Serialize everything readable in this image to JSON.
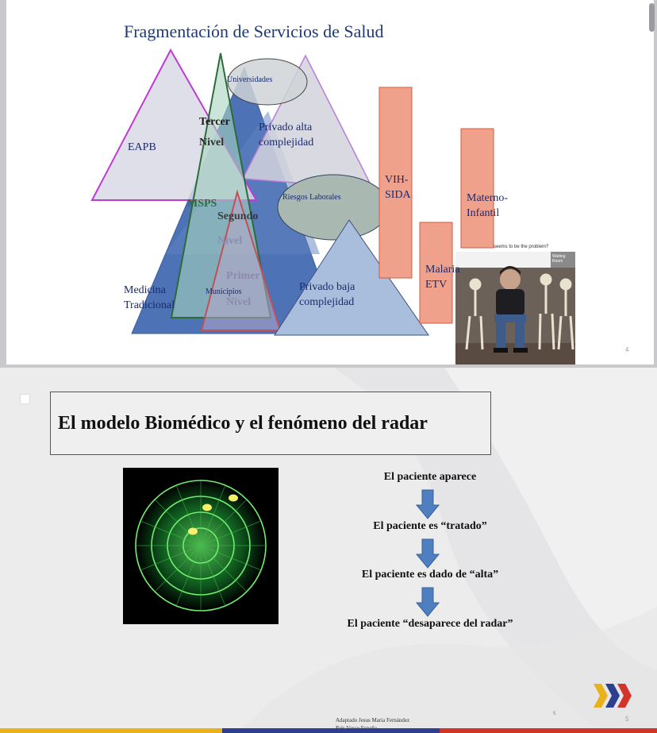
{
  "slide4": {
    "title": "Fragmentación de Servicios de Salud",
    "labels": {
      "universidades": "Universidades",
      "eapb": "EAPB",
      "tercer": "Tercer",
      "tercer_nivel": "Nivel",
      "privado_alta_1": "Privado alta",
      "privado_alta_2": "complejidad",
      "msps": "MSPS",
      "riesgos": "Riesgos Laborales",
      "segundo": "Segundo",
      "segundo_nivel": "Nivel",
      "primer": "Primer",
      "primer_nivel": "Nivel",
      "municipios": "Municipios",
      "medicina_1": "Medicina",
      "medicina_2": "Tradicional",
      "privado_baja_1": "Privado baja",
      "privado_baja_2": "complejidad",
      "vih_1": "VIH-",
      "vih_2": "SIDA",
      "malaria_1": "Malaria",
      "malaria_2": "ETV",
      "materno_1": "Materno-",
      "materno_2": "Infantil"
    },
    "photo": {
      "caption": "seems to be the problem?",
      "sign": "Waiting Room"
    },
    "page_number": "4"
  },
  "slide5": {
    "title": "El modelo Biomédico y el fenómeno del radar",
    "steps": [
      "El paciente aparece",
      "El paciente es “tratado”",
      "El paciente es dado de “alta”",
      "El paciente “desaparece del radar”"
    ],
    "credit_1": "Adaptado Jesus Maria Fernández",
    "credit_2": "País Vasco España",
    "page_number_small": "5",
    "page_number": "5",
    "colors": {
      "accent_yellow": "#e9b21a",
      "accent_blue": "#2d3f8f",
      "accent_red": "#d2342a",
      "arrow_blue": "#4f7fc0"
    }
  }
}
